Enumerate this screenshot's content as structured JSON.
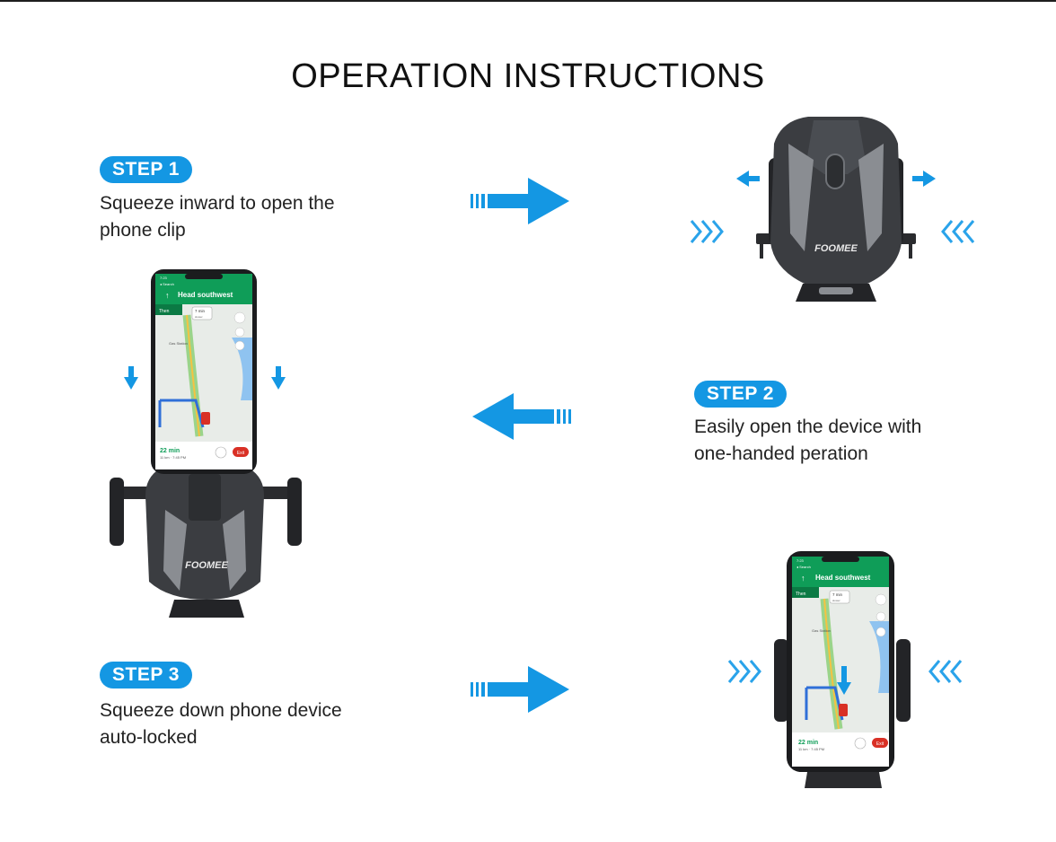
{
  "title": "OPERATION INSTRUCTIONS",
  "steps": [
    {
      "badge": "STEP 1",
      "line1": "Squeeze inward to open the",
      "line2": "phone clip"
    },
    {
      "badge": "STEP 2",
      "line1": "Easily open the device with",
      "line2": "one-handed peration"
    },
    {
      "badge": "STEP 3",
      "line1": "Squeeze down phone device",
      "line2": "auto-locked"
    }
  ],
  "brand": "FOOMEE",
  "phone_screen": {
    "time": "7:23",
    "back_link": "◂ Search",
    "direction": "Head southwest",
    "then_label": "Then",
    "eta_small": "7 min",
    "eta_small_sub": "slower",
    "poi": "Gas Station",
    "duration": "22 min",
    "trip_info": "11 km · 7:45 PM",
    "exit_label": "Exit"
  },
  "colors": {
    "accent": "#1497e3",
    "arrow_blue": "#1497e3",
    "map_green": "#0f9d58",
    "exit_red": "#d93025"
  },
  "icons": {
    "arrow_right": "arrow-right-icon",
    "arrow_left": "arrow-left-icon",
    "chevrons_right": "chevrons-right-icon",
    "chevrons_left": "chevrons-left-icon",
    "arrow_down": "arrow-down-icon"
  }
}
